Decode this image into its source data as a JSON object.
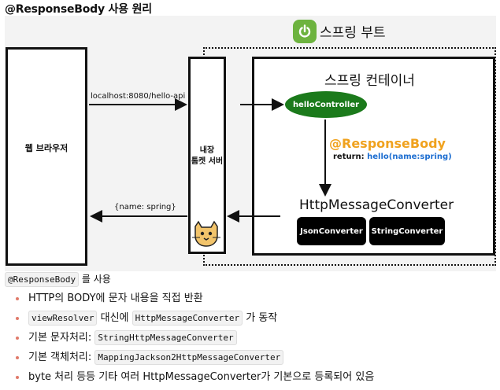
{
  "title": "@ResponseBody 사용 원리",
  "diagram": {
    "browser_label": "웹 브라우저",
    "tomcat_label_line1": "내장",
    "tomcat_label_line2": "톰켓 서버",
    "spring_boot_label": "스프링 부트",
    "container_label": "스프링 컨테이너",
    "controller_label": "helloController",
    "annotation_label": "@ResponseBody",
    "return_prefix": "return: ",
    "return_value": "hello(name:spring)",
    "converter_label": "HttpMessageConverter",
    "json_converter": "JsonConverter",
    "string_converter": "StringConverter",
    "request_url": "localhost:8080/hello-api",
    "response_body": "{name: spring}",
    "colors": {
      "boot_green": "#6db33f",
      "controller_green": "#1b7a1b",
      "annotation_orange": "#f0a21e",
      "return_blue": "#1c6dd0"
    },
    "icons": [
      "power-icon",
      "tomcat-icon"
    ]
  },
  "notes": {
    "intro_code": "@ResponseBody",
    "intro_text": " 를 사용",
    "items": [
      {
        "text": "HTTP의 BODY에 문자 내용을 직접 반환"
      },
      {
        "code": "viewResolver",
        "mid": " 대신에 ",
        "code2": "HttpMessageConverter",
        "after": " 가 동작"
      },
      {
        "text": "기본 문자처리: ",
        "code": "StringHttpMessageConverter"
      },
      {
        "text": "기본 객체처리: ",
        "code": "MappingJackson2HttpMessageConverter"
      },
      {
        "text": "byte 처리 등등 기타 여러 HttpMessageConverter가 기본으로 등록되어 있음"
      }
    ]
  }
}
